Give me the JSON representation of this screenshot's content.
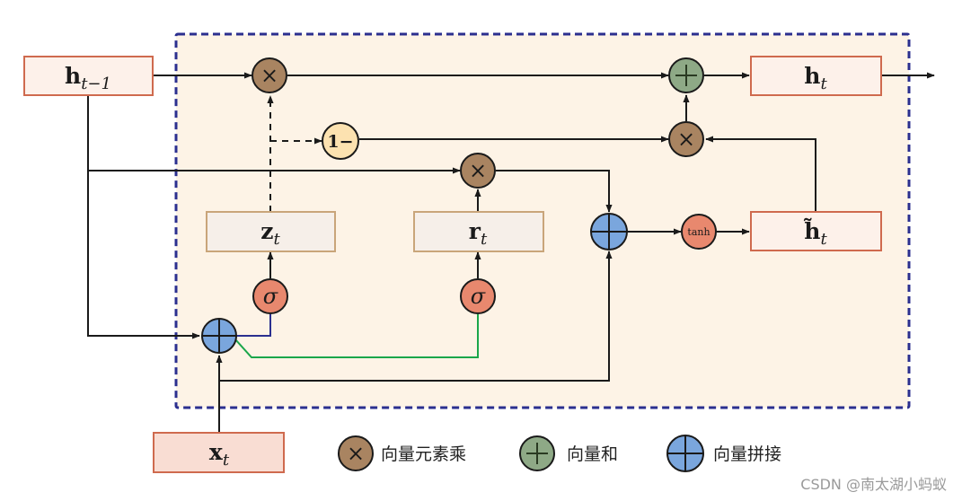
{
  "colors": {
    "region_fill": "#fdf3e6",
    "region_border": "#2b2f8f",
    "state_box_fill": "#fdf1ea",
    "state_box_border": "#cf6a4e",
    "input_box_fill": "#f9ddd3",
    "gate_box_fill": "#f6efe9",
    "gate_box_border": "#c9a57a",
    "multiply_node": "#a98461",
    "add_node": "#8ea986",
    "concat_node": "#7aa6dd",
    "sigma_node": "#e8886e",
    "tanh_node": "#e8886e",
    "one_minus_node": "#fce2b0",
    "z_path": "#2b2f8f",
    "r_path": "#1aa64a",
    "arrow": "#1a1a1a"
  },
  "boxes": {
    "h_prev": {
      "main": "h",
      "sub": "t−1"
    },
    "h_t": {
      "main": "h",
      "sub": "t"
    },
    "h_tilde": {
      "main": "h̃",
      "sub": "t"
    },
    "z_t": {
      "main": "z",
      "sub": "t"
    },
    "r_t": {
      "main": "r",
      "sub": "t"
    },
    "x_t": {
      "main": "x",
      "sub": "t"
    }
  },
  "nodes": {
    "multiply_symbol": "×",
    "add_symbol": "+",
    "sigma": "σ",
    "tanh": "tanh",
    "one_minus": "1−"
  },
  "legend": [
    {
      "icon": "multiply-icon",
      "label": "向量元素乘"
    },
    {
      "icon": "add-icon",
      "label": "向量和"
    },
    {
      "icon": "concat-icon",
      "label": "向量拼接"
    }
  ],
  "watermark": "CSDN @南太湖小蚂蚁"
}
